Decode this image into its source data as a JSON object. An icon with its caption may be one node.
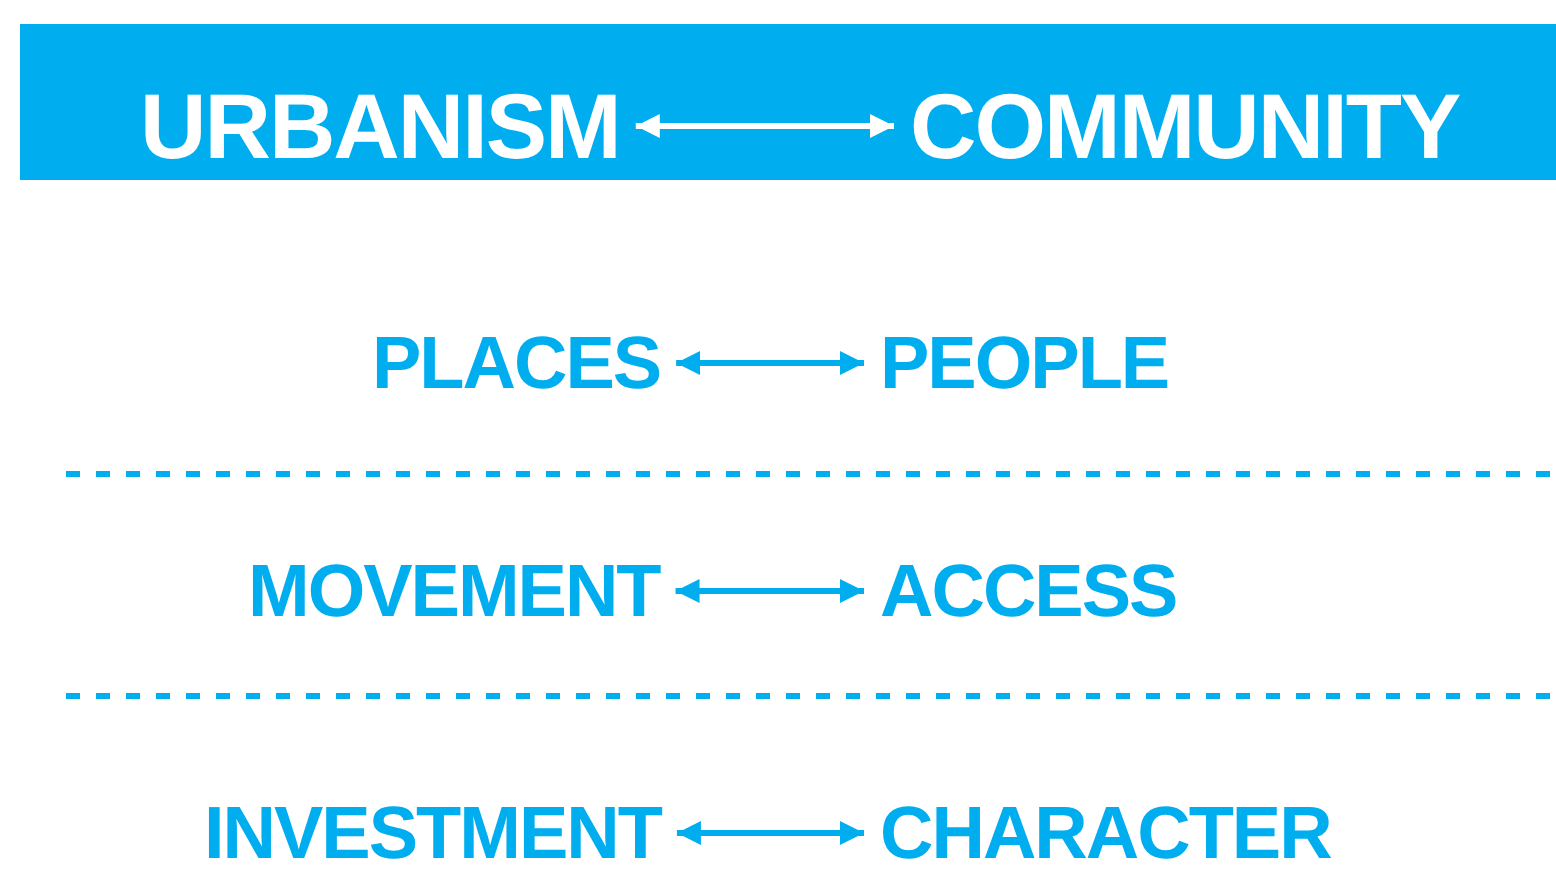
{
  "diagram": {
    "nodes": [
      {
        "text": [],
        "shape": "bar"
      },
      {
        "text": [
          "URBANISM"
        ],
        "in": 0
      },
      {
        "text": [
          "COMMUNITY"
        ],
        "in": 0
      },
      {
        "text": [
          "PLACES"
        ]
      },
      {
        "text": [
          "PEOPLE"
        ]
      },
      {
        "text": [
          "MOVEMENT"
        ]
      },
      {
        "text": [
          "ACCESS"
        ]
      },
      {
        "text": [
          "INVESTMENT"
        ]
      },
      {
        "text": [
          "CHARACTER"
        ]
      }
    ],
    "edges": [
      {
        "from": 1,
        "to": 2,
        "arrow": "both",
        "color": "#ffffff"
      },
      {
        "from": 3,
        "to": 4,
        "arrow": "both"
      },
      {
        "from": 5,
        "to": 6,
        "arrow": "both"
      },
      {
        "from": 7,
        "to": 8,
        "arrow": "both"
      }
    ]
  }
}
